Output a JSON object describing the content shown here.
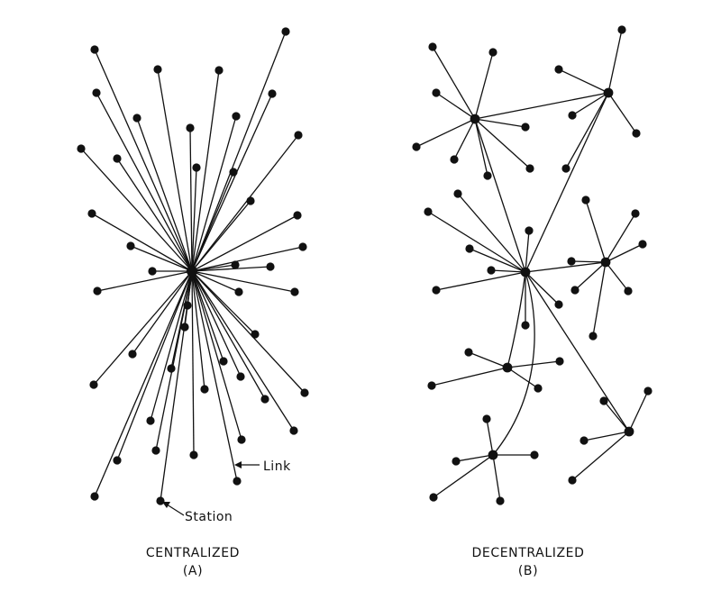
{
  "panels": [
    {
      "title": "CENTRALIZED",
      "letter": "(A)"
    },
    {
      "title": "DECENTRALIZED",
      "letter": "(B)"
    }
  ],
  "annotations": {
    "link": "Link",
    "station": "Station"
  }
}
